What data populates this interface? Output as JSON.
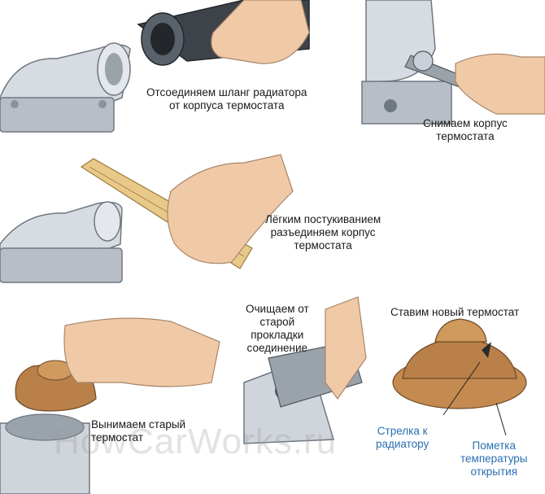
{
  "steps": {
    "s1": {
      "lines": [
        "Отсоединяем шланг радиатора",
        "от корпуса термостата"
      ]
    },
    "s2": {
      "lines": [
        "Снимаем корпус",
        "термостата"
      ]
    },
    "s3": {
      "lines": [
        "Лёгким постукиванием",
        "разъединяем корпус",
        "термостата"
      ]
    },
    "s4": {
      "lines": [
        "Вынимаем старый",
        "термостат"
      ]
    },
    "s5": {
      "lines": [
        "Очищаем от",
        "старой",
        "прокладки",
        "соединение"
      ]
    },
    "s6": {
      "lines": [
        "Ставим новый термостат"
      ]
    }
  },
  "callouts": {
    "arrow": {
      "lines": [
        "Стрелка к",
        "радиатору"
      ]
    },
    "mark": {
      "lines": [
        "Пометка",
        "температуры",
        "открытия"
      ]
    }
  },
  "watermark": "HowCarWorks.ru",
  "colors": {
    "label_blue": "#2a6fb3",
    "metal": "#c9cfd6",
    "brass": "#b9804a",
    "skin": "#f0c9a6"
  }
}
